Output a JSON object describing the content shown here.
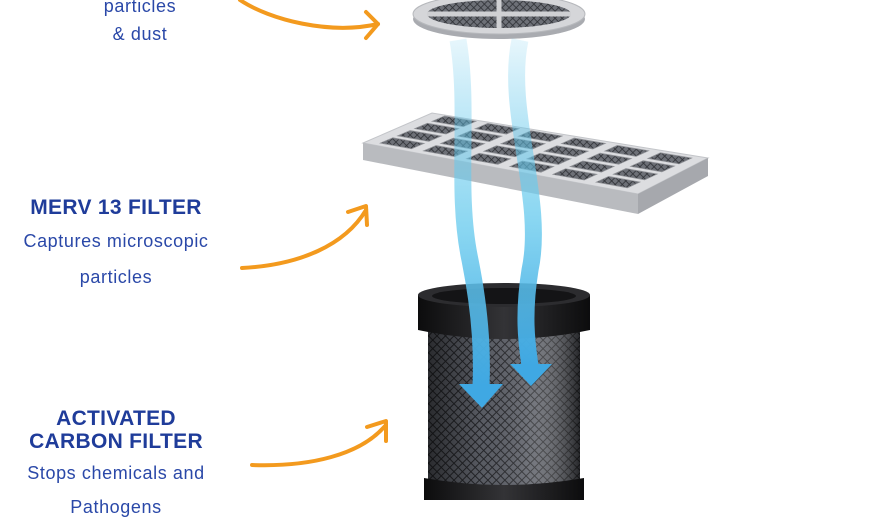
{
  "labels": {
    "top_filter": {
      "desc_line1": "particles",
      "desc_line2": "& dust"
    },
    "merv_filter": {
      "title": "MERV 13 FILTER",
      "desc_line1": "Captures microscopic",
      "desc_line2": "particles"
    },
    "carbon_filter": {
      "title_line1": "ACTIVATED",
      "title_line2": "CARBON FILTER",
      "desc_line1": "Stops chemicals and",
      "desc_line2": "Pathogens"
    }
  },
  "colors": {
    "label_title": "#1f3c9a",
    "pointer_arrow": "#f39a1e",
    "airflow": "#5ac3ea",
    "filter_frame": "#e2e3e5",
    "mesh": "#4b4e55",
    "cartridge_cap": "#1d1d1f"
  }
}
